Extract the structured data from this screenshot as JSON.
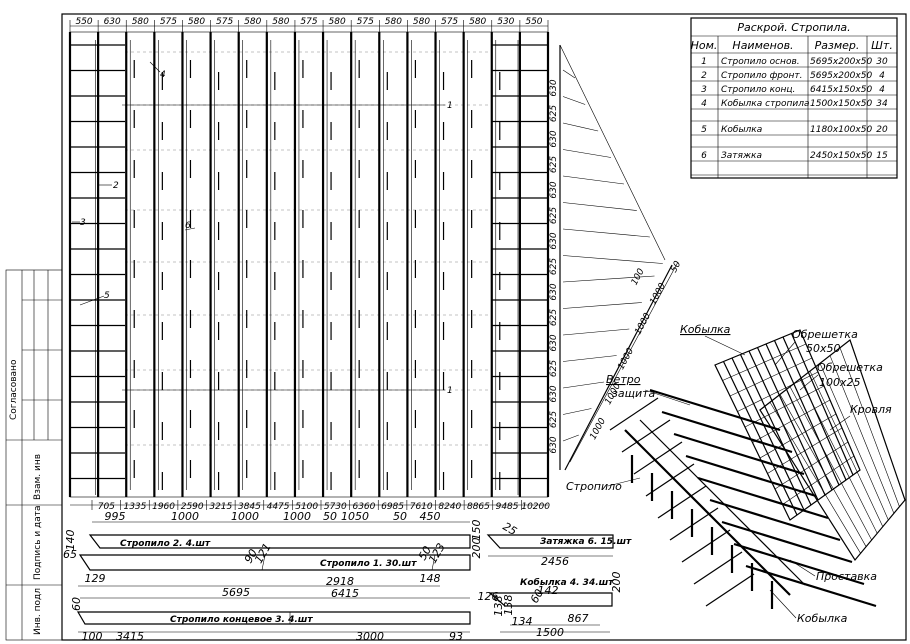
{
  "plan": {
    "top_dims": [
      "550",
      "630",
      "580",
      "575",
      "580",
      "575",
      "580",
      "580",
      "575",
      "580",
      "575",
      "580",
      "580",
      "575",
      "580",
      "530",
      "550"
    ],
    "bottom_dims": [
      "705",
      "1335",
      "1960",
      "2590",
      "3215",
      "3845",
      "4475",
      "5100",
      "5730",
      "6360",
      "6985",
      "7610",
      "8240",
      "8865",
      "9485",
      "10200"
    ],
    "callouts": {
      "n1a": "1",
      "n1b": "1",
      "n2": "2",
      "n3": "3",
      "n4": "4",
      "n5": "5",
      "n6": "6"
    }
  },
  "slope_dims": [
    "630",
    "625",
    "630",
    "625",
    "630",
    "625",
    "630",
    "625",
    "630",
    "625",
    "630",
    "625",
    "630",
    "625",
    "630"
  ],
  "slope_marks": [
    "1000",
    "1000",
    "1000",
    "1000",
    "1000",
    "100",
    "50"
  ],
  "spec_table": {
    "title": "Раскрой. Стропила.",
    "headers": [
      "Ном.",
      "Наименов.",
      "Размер.",
      "Шт."
    ],
    "rows": [
      [
        "1",
        "Стропило основ.",
        "5695x200x50",
        "30"
      ],
      [
        "2",
        "Стропило фронт.",
        "5695x200x50",
        "4"
      ],
      [
        "3",
        "Стропило конц.",
        "6415x150x50",
        "4"
      ],
      [
        "4",
        "Кобылка стропила",
        "1500x150x50",
        "34"
      ],
      [
        "",
        "",
        "",
        ""
      ],
      [
        "5",
        "Кобылка",
        "1180x100x50",
        "20"
      ],
      [
        "",
        "",
        "",
        ""
      ],
      [
        "6",
        "Затяжка",
        "2450x150x50",
        "15"
      ],
      [
        "",
        "",
        "",
        ""
      ]
    ]
  },
  "iso_labels": {
    "kobylka_top": "Кобылка",
    "obresh1": "Обрешетка",
    "obresh1_size": "50x50",
    "obresh2": "Обрешетка",
    "obresh2_size": "100x25",
    "krovlya": "Кровля",
    "veter1": "Ветро",
    "veter2": "защита",
    "stropilo": "Стропило",
    "prostavka": "Проставка",
    "kobylka_bot": "Кобылка"
  },
  "title_block": {
    "soglas": "Согласовано",
    "vzam": "Взам. инв",
    "podp": "Подпись и дата",
    "inv": "Инв. подл"
  },
  "details": {
    "d2_label": "Стропило 2. 4.шт",
    "d1_label": "Стропило 1. 30.шт",
    "d3_label": "Стропило концевое 3. 4.шт",
    "d6_label": "Затяжка 6. 15.шт",
    "d4_label": "Кобылка 4. 34.шт",
    "dims_top": [
      "995",
      "1000",
      "1000",
      "1000",
      "50",
      "1050",
      "50",
      "450"
    ],
    "dims_misc": [
      "65",
      "140",
      "129",
      "90",
      "121",
      "50",
      "123",
      "148",
      "200",
      "2918",
      "5695",
      "6415",
      "60",
      "100",
      "3415",
      "3000",
      "93",
      "150",
      "25",
      "2456",
      "126",
      "138",
      "138",
      "142",
      "60",
      "134",
      "867",
      "1500",
      "200"
    ]
  }
}
